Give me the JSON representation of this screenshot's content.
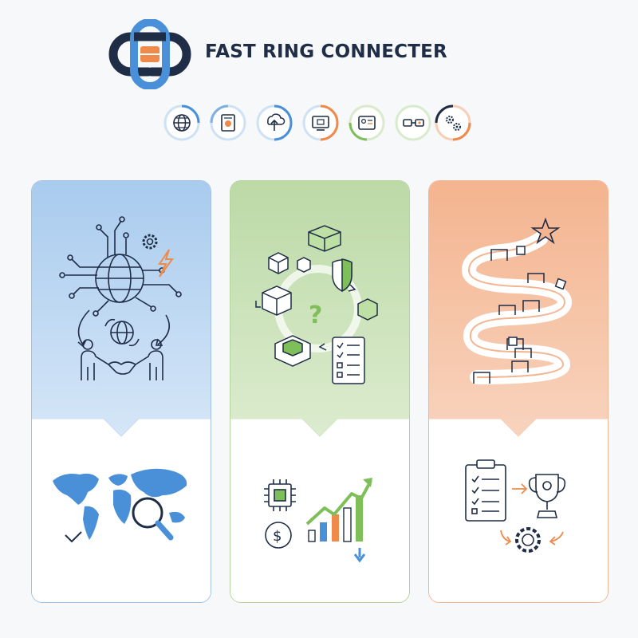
{
  "brand": {
    "title": "FAST RING CONNECTER"
  },
  "icons": [
    {
      "name": "globe-icon",
      "ring": "#4a90d9"
    },
    {
      "name": "document-badge-icon",
      "ring": "#7fb0e0"
    },
    {
      "name": "upload-cloud-icon",
      "ring": "#4a90d9"
    },
    {
      "name": "monitor-icon",
      "ring": "#f08a4b"
    },
    {
      "name": "id-card-icon",
      "ring": "#7fbf5a"
    },
    {
      "name": "connector-icon",
      "ring": "#7fbf5a"
    },
    {
      "name": "gears-icon",
      "ring": "#f08a4b"
    }
  ],
  "panels": [
    {
      "name": "panel-global-network",
      "top_color": "#a9cbee",
      "top_color_end": "#d5e6f7",
      "border": "#9fc2e6",
      "accent": "#4a90d9"
    },
    {
      "name": "panel-solution-finance",
      "top_color": "#bcd9a6",
      "top_color_end": "#dceccf",
      "border": "#b6d49e",
      "accent": "#7fbf5a"
    },
    {
      "name": "panel-roadmap-goals",
      "top_color": "#f4b48f",
      "top_color_end": "#f8d3bd",
      "border": "#f1b795",
      "accent": "#f08a4b"
    }
  ],
  "colors": {
    "dark": "#1f2d46",
    "blue": "#4a90d9",
    "orange": "#f08a4b",
    "green": "#7fbf5a"
  }
}
